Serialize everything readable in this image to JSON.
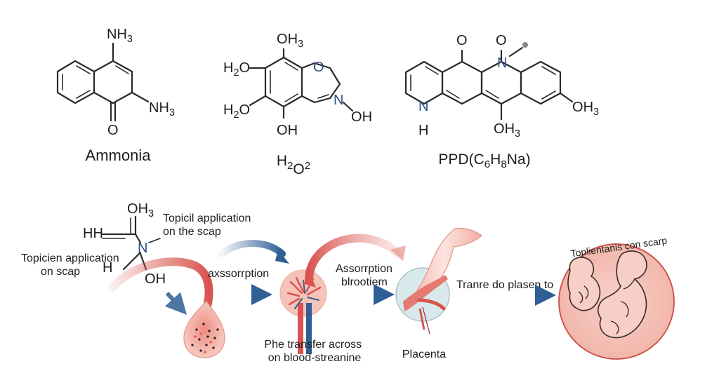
{
  "molecules": [
    {
      "name": "Ammonia",
      "atoms": {
        "top": "NH3",
        "right": "NH3",
        "bottom": "O"
      }
    },
    {
      "name": "H2O2",
      "atoms": {
        "top": "OH3",
        "left_top": "H2O",
        "left_bottom": "H2O",
        "ring_o": "O",
        "ring_n": "N",
        "oh_right": "OH",
        "bottom": "OH"
      }
    },
    {
      "name": "PPD(C6H8Na)",
      "atoms": {
        "o_left": "O",
        "o_right": "O",
        "n_top": "N",
        "n_left": "N",
        "h_below": "H",
        "oh3_right": "OH3",
        "oh3_bottom": "OH3"
      }
    }
  ],
  "pathway": {
    "small_molecule": {
      "oh3": "OH3",
      "hh": "HH",
      "n": "N",
      "h": "H",
      "oh": "OH"
    },
    "labels": {
      "topical_1": [
        "Topicil application",
        "on the scap"
      ],
      "topical_2": [
        "Topicien application",
        "on scap"
      ],
      "absorption": "axssorrption",
      "absorption_blood": [
        "Assorrption",
        "blrootiem"
      ],
      "transfer": [
        "Phe transfer across",
        "on blood-streanine"
      ],
      "placenta": "Placenta",
      "transfer_placenta": "Tranre do plasen to",
      "fetus_circle": "Toplientanis con scarp"
    }
  },
  "colors": {
    "blue_arrow": "#2f5f95",
    "red_arrow": "#d9544f",
    "pink_fill": "#f4c4bb",
    "placenta_fill": "#d8e8ea",
    "womb_fill": "#f5c6bd"
  }
}
